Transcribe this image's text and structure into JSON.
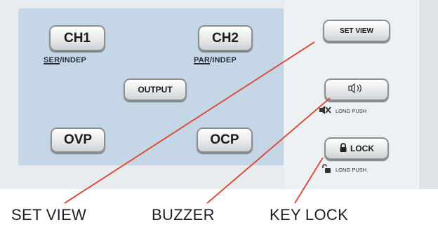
{
  "panel": {
    "ch1": {
      "label": "CH1",
      "sub_prefix": "SER",
      "sub_suffix": "/INDEP"
    },
    "ch2": {
      "label": "CH2",
      "sub_prefix": "PAR",
      "sub_suffix": "/INDEP"
    },
    "output": "OUTPUT",
    "ovp": "OVP",
    "ocp": "OCP"
  },
  "side": {
    "set_view": "SET VIEW",
    "buzzer_hint": "LONG PUSH",
    "lock": "LOCK",
    "lock_hint": "LONG PUSH"
  },
  "captions": {
    "set_view": "SET VIEW",
    "buzzer": "BUZZER",
    "key_lock": "KEY LOCK"
  },
  "colors": {
    "panel": "#c5d7e6",
    "leader_line": "#d9503c"
  },
  "icons": [
    "speaker-icon",
    "mute-icon",
    "padlock-icon",
    "unlock-icon"
  ]
}
